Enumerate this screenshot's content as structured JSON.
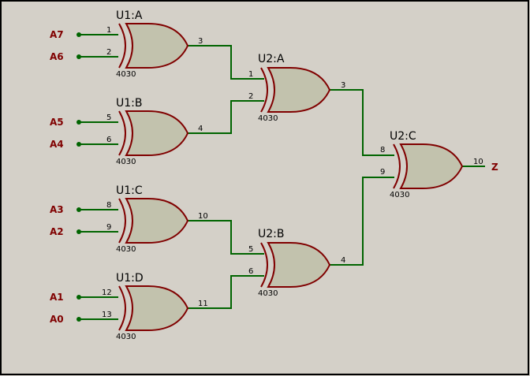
{
  "colors": {
    "background": "#d4d0c8",
    "wire": "#006400",
    "gate_fill": "#c2c2ad",
    "gate_stroke": "#800000",
    "net_label": "#800000",
    "text": "#000000",
    "frame": "#000000"
  },
  "gates": [
    {
      "id": "u1a",
      "instance": "U1:A",
      "part": "4030",
      "in_pins": [
        "1",
        "2"
      ],
      "out_pin": "3"
    },
    {
      "id": "u1b",
      "instance": "U1:B",
      "part": "4030",
      "in_pins": [
        "5",
        "6"
      ],
      "out_pin": "4"
    },
    {
      "id": "u1c",
      "instance": "U1:C",
      "part": "4030",
      "in_pins": [
        "8",
        "9"
      ],
      "out_pin": "10"
    },
    {
      "id": "u1d",
      "instance": "U1:D",
      "part": "4030",
      "in_pins": [
        "12",
        "13"
      ],
      "out_pin": "11"
    },
    {
      "id": "u2a",
      "instance": "U2:A",
      "part": "4030",
      "in_pins": [
        "1",
        "2"
      ],
      "out_pin": "3"
    },
    {
      "id": "u2b",
      "instance": "U2:B",
      "part": "4030",
      "in_pins": [
        "5",
        "6"
      ],
      "out_pin": "4"
    },
    {
      "id": "u2c",
      "instance": "U2:C",
      "part": "4030",
      "in_pins": [
        "8",
        "9"
      ],
      "out_pin": "10"
    }
  ],
  "inputs": [
    "A7",
    "A6",
    "A5",
    "A4",
    "A3",
    "A2",
    "A1",
    "A0"
  ],
  "output": "Z"
}
